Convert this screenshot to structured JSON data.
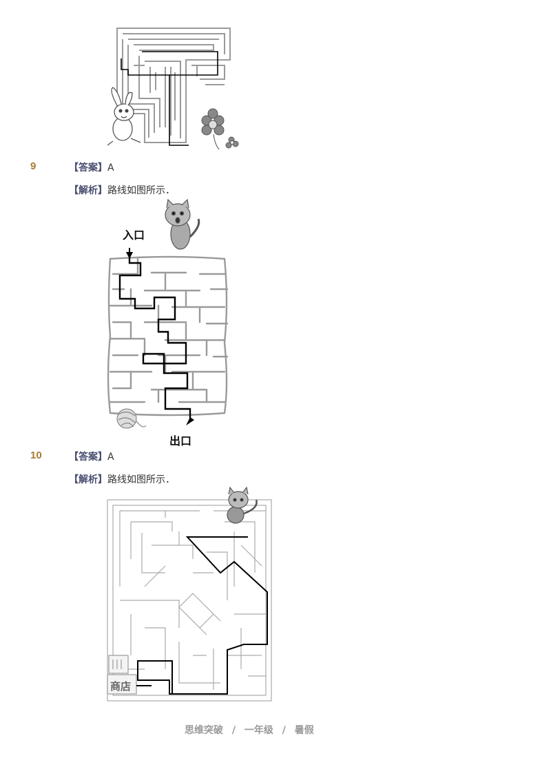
{
  "questions": [
    {
      "number": "9",
      "answer_tag": "【答案】",
      "answer": "A",
      "analysis_tag": "【解析】",
      "analysis": "路线如图所示．"
    },
    {
      "number": "10",
      "answer_tag": "【答案】",
      "answer": "A",
      "analysis_tag": "【解析】",
      "analysis": "路线如图所示．"
    }
  ],
  "maze2": {
    "entrance_label": "入口",
    "exit_label": "出口"
  },
  "maze3": {
    "shop_label": "商店"
  },
  "footer": {
    "part1": "思维突破",
    "sep1": "/",
    "part2": "一年级",
    "sep2": "/",
    "part3": "暑假"
  },
  "colors": {
    "number": "#a87a2f",
    "tag": "#4a4f70",
    "maze_wall": "#999999",
    "path": "#000000",
    "footer": "#9a9a9a"
  }
}
